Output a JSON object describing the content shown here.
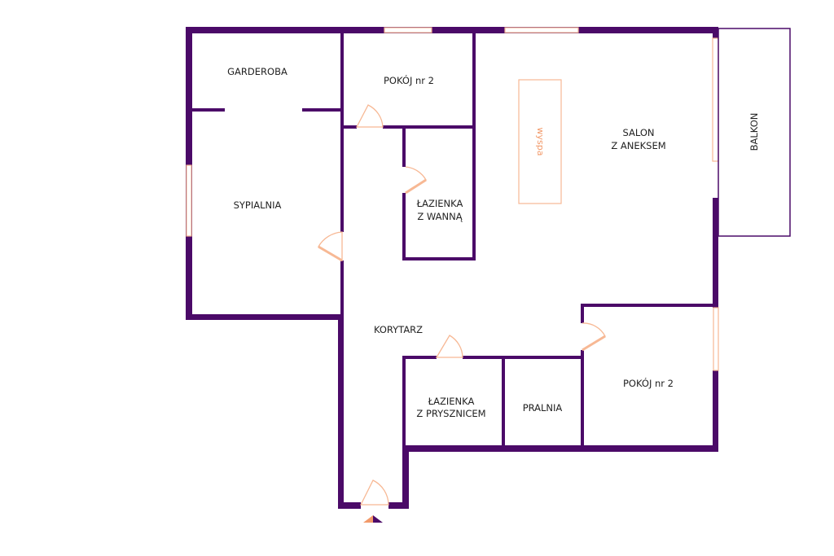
{
  "rooms": {
    "garderoba": "GARDEROBA",
    "pokoj_top": "POKÓJ nr 2",
    "sypialnia": "SYPIALNIA",
    "lazienka_wanna_1": "ŁAZIENKA",
    "lazienka_wanna_2": "Z WANNĄ",
    "salon_1": "SALON",
    "salon_2": "Z ANEKSEM",
    "balkon": "BALKON",
    "korytarz": "KORYTARZ",
    "lazienka_prysznic_1": "ŁAZIENKA",
    "lazienka_prysznic_2": "Z PRYSZNICEM",
    "pralnia": "PRALNIA",
    "pokoj_bottom": "POKÓJ nr 2"
  },
  "furniture": {
    "island": "wyspa"
  },
  "colors": {
    "wall": "#4b0a68",
    "accent": "#f7b894"
  }
}
